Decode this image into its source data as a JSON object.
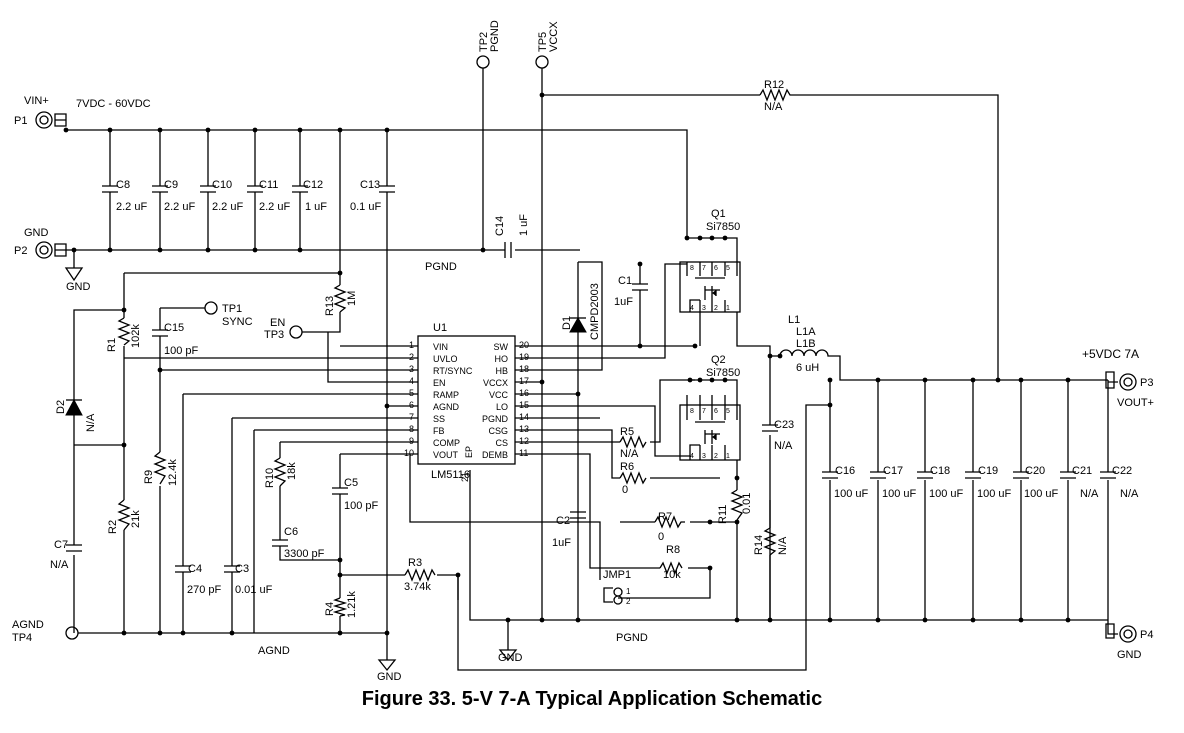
{
  "figure": {
    "caption": "Figure 33.  5-V 7-A Typical Application Schematic"
  },
  "nets": {
    "vin": "VIN+",
    "vin_range": "7VDC - 60VDC",
    "gnd": "GND",
    "pgnd": "PGND",
    "agnd": "AGND",
    "vout": "+5VDC 7A",
    "vout_pin": "VOUT+"
  },
  "ports": {
    "p1": "P1",
    "p2": "P2",
    "p3": "P3",
    "p4": "P4",
    "tp1": "TP1",
    "tp1_net": "SYNC",
    "tp2": "TP2",
    "tp2_net": "PGND",
    "tp3": "TP3",
    "tp3_net": "EN",
    "tp4": "TP4",
    "tp5": "TP5",
    "tp5_net": "VCCX",
    "jmp1": "JMP1",
    "jmp_pin1": "1",
    "jmp_pin2": "2"
  },
  "components": {
    "C8": {
      "ref": "C8",
      "value": "2.2 uF"
    },
    "C9": {
      "ref": "C9",
      "value": "2.2 uF"
    },
    "C10": {
      "ref": "C10",
      "value": "2.2 uF"
    },
    "C11": {
      "ref": "C11",
      "value": "2.2 uF"
    },
    "C12": {
      "ref": "C12",
      "value": "1 uF"
    },
    "C13": {
      "ref": "C13",
      "value": "0.1 uF"
    },
    "C14": {
      "ref": "C14",
      "value": "1 uF"
    },
    "C15": {
      "ref": "C15",
      "value": "100 pF"
    },
    "C1": {
      "ref": "C1",
      "value": "1uF"
    },
    "C2": {
      "ref": "C2",
      "value": "1uF"
    },
    "C3": {
      "ref": "C3",
      "value": "0.01 uF"
    },
    "C4": {
      "ref": "C4",
      "value": "270 pF"
    },
    "C5": {
      "ref": "C5",
      "value": "100 pF"
    },
    "C6": {
      "ref": "C6",
      "value": "3300 pF"
    },
    "C7": {
      "ref": "C7",
      "value": "N/A"
    },
    "C16": {
      "ref": "C16",
      "value": "100 uF"
    },
    "C17": {
      "ref": "C17",
      "value": "100 uF"
    },
    "C18": {
      "ref": "C18",
      "value": "100 uF"
    },
    "C19": {
      "ref": "C19",
      "value": "100 uF"
    },
    "C20": {
      "ref": "C20",
      "value": "100 uF"
    },
    "C21": {
      "ref": "C21",
      "value": "N/A"
    },
    "C22": {
      "ref": "C22",
      "value": "N/A"
    },
    "C23": {
      "ref": "C23",
      "value": "N/A"
    },
    "R1": {
      "ref": "R1",
      "value": "102k"
    },
    "R2": {
      "ref": "R2",
      "value": "21k"
    },
    "R3": {
      "ref": "R3",
      "value": "3.74k"
    },
    "R4": {
      "ref": "R4",
      "value": "1.21k"
    },
    "R5": {
      "ref": "R5",
      "value": "N/A"
    },
    "R6": {
      "ref": "R6",
      "value": "0"
    },
    "R7": {
      "ref": "R7",
      "value": "0"
    },
    "R8": {
      "ref": "R8",
      "value": "10k"
    },
    "R9": {
      "ref": "R9",
      "value": "12.4k"
    },
    "R10": {
      "ref": "R10",
      "value": "18k"
    },
    "R11": {
      "ref": "R11",
      "value": "0.01"
    },
    "R12": {
      "ref": "R12",
      "value": "N/A"
    },
    "R13": {
      "ref": "R13",
      "value": "1M"
    },
    "R14": {
      "ref": "R14",
      "value": "N/A"
    },
    "D1": {
      "ref": "D1",
      "value": "CMPD2003"
    },
    "D2": {
      "ref": "D2",
      "value": "N/A"
    },
    "Q1": {
      "ref": "Q1",
      "value": "Si7850"
    },
    "Q2": {
      "ref": "Q2",
      "value": "Si7850"
    },
    "L1": {
      "ref": "L1",
      "sub_a": "L1A",
      "sub_b": "L1B",
      "value": "6 uH"
    }
  },
  "u1": {
    "ref": "U1",
    "part": "LM5116",
    "ep": "EP",
    "left_pins": [
      {
        "num": "1",
        "name": "VIN"
      },
      {
        "num": "2",
        "name": "UVLO"
      },
      {
        "num": "3",
        "name": "RT/SYNC"
      },
      {
        "num": "4",
        "name": "EN"
      },
      {
        "num": "5",
        "name": "RAMP"
      },
      {
        "num": "6",
        "name": "AGND"
      },
      {
        "num": "7",
        "name": "SS"
      },
      {
        "num": "8",
        "name": "FB"
      },
      {
        "num": "9",
        "name": "COMP"
      },
      {
        "num": "10",
        "name": "VOUT"
      }
    ],
    "right_pins": [
      {
        "num": "20",
        "name": "SW"
      },
      {
        "num": "19",
        "name": "HO"
      },
      {
        "num": "18",
        "name": "HB"
      },
      {
        "num": "17",
        "name": "VCCX"
      },
      {
        "num": "16",
        "name": "VCC"
      },
      {
        "num": "15",
        "name": "LO"
      },
      {
        "num": "14",
        "name": "PGND"
      },
      {
        "num": "13",
        "name": "CSG"
      },
      {
        "num": "12",
        "name": "CS"
      },
      {
        "num": "11",
        "name": "DEMB"
      }
    ],
    "bottom_pin": "21"
  },
  "mosfet_pins": {
    "top": [
      "8",
      "7",
      "6",
      "5"
    ],
    "bottom": [
      "4",
      "3",
      "2",
      "1"
    ]
  }
}
